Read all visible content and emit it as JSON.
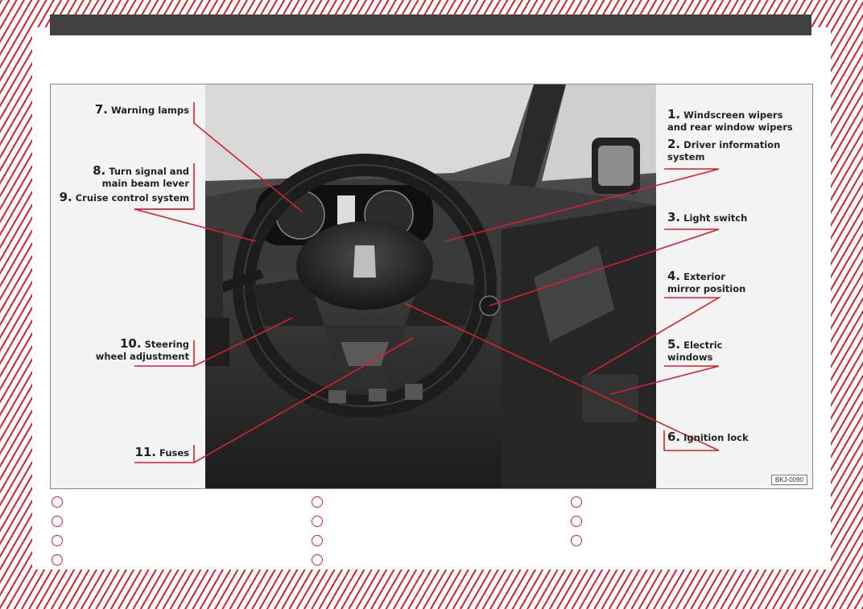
{
  "figure": {
    "code": "BKJ-0090",
    "callouts": [
      {
        "num": "7.",
        "lines": [
          "Warning lamps"
        ]
      },
      {
        "num": "8.",
        "lines": [
          "Turn signal and",
          "main beam lever"
        ]
      },
      {
        "num": "9.",
        "lines": [
          "Cruise control system"
        ]
      },
      {
        "num": "10.",
        "lines": [
          "Steering",
          "wheel adjustment"
        ]
      },
      {
        "num": "11.",
        "lines": [
          "Fuses"
        ]
      },
      {
        "num": "1.",
        "lines": [
          "Windscreen wipers",
          "and rear window wipers"
        ]
      },
      {
        "num": "2.",
        "lines": [
          "Driver information",
          "system"
        ]
      },
      {
        "num": "3.",
        "lines": [
          "Light switch"
        ]
      },
      {
        "num": "4.",
        "lines": [
          "Exterior",
          "mirror position"
        ]
      },
      {
        "num": "5.",
        "lines": [
          "Electric",
          "windows"
        ]
      },
      {
        "num": "6.",
        "lines": [
          "Ignition lock"
        ]
      }
    ]
  },
  "colors": {
    "accent": "#d6202c",
    "header_bar": "#414141"
  }
}
